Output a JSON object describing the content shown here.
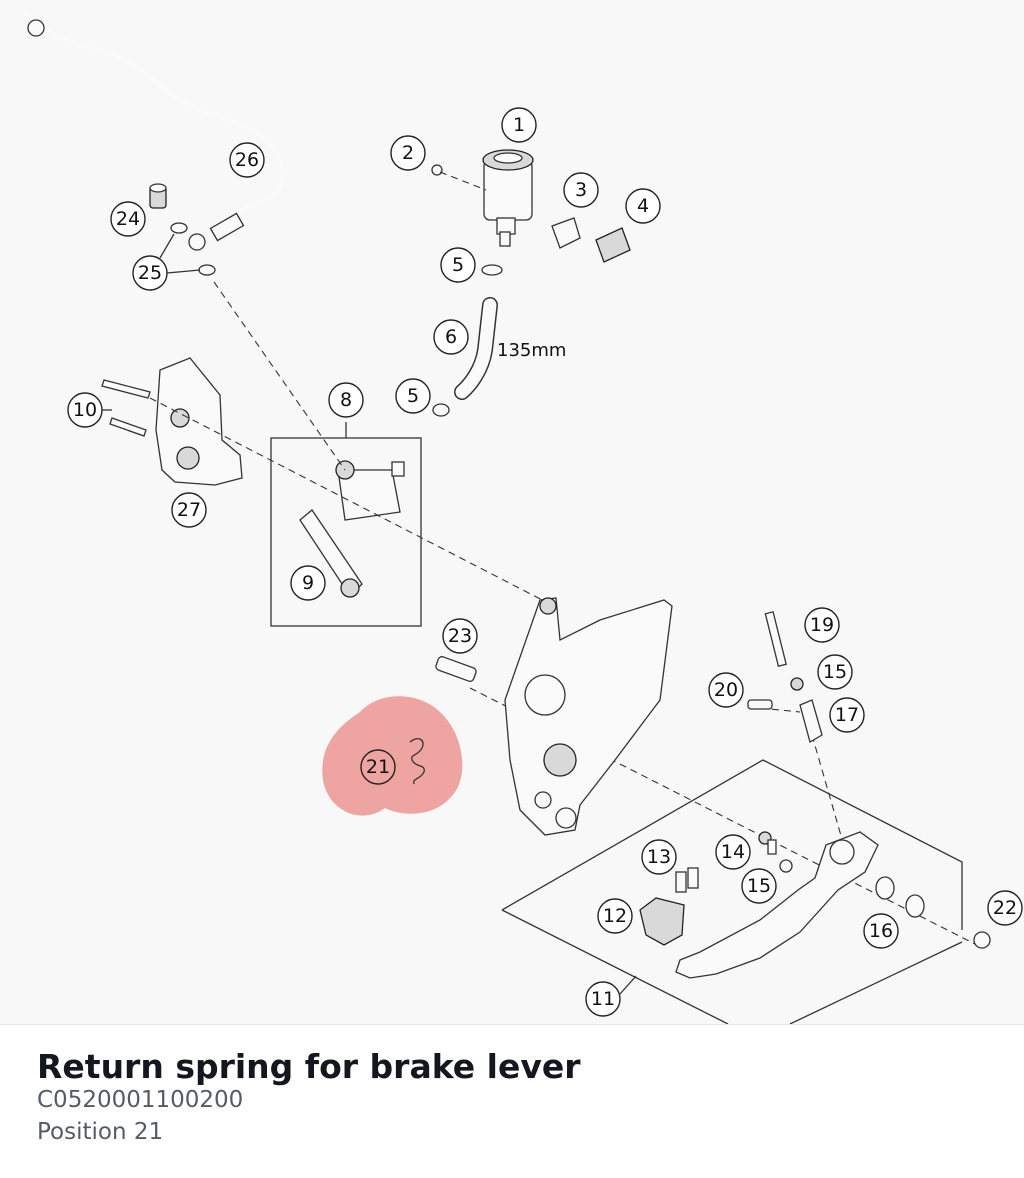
{
  "diagram": {
    "highlight_color": "#ec9590",
    "highlighted_position": "21",
    "dimension_label": "135mm",
    "callouts": [
      "1",
      "2",
      "3",
      "4",
      "5",
      "5",
      "6",
      "8",
      "9",
      "10",
      "11",
      "12",
      "13",
      "14",
      "15",
      "15",
      "16",
      "17",
      "19",
      "20",
      "21",
      "22",
      "23",
      "24",
      "25",
      "26",
      "27"
    ]
  },
  "part": {
    "title": "Return spring for brake lever",
    "code": "C0520001100200",
    "position": "Position 21"
  }
}
